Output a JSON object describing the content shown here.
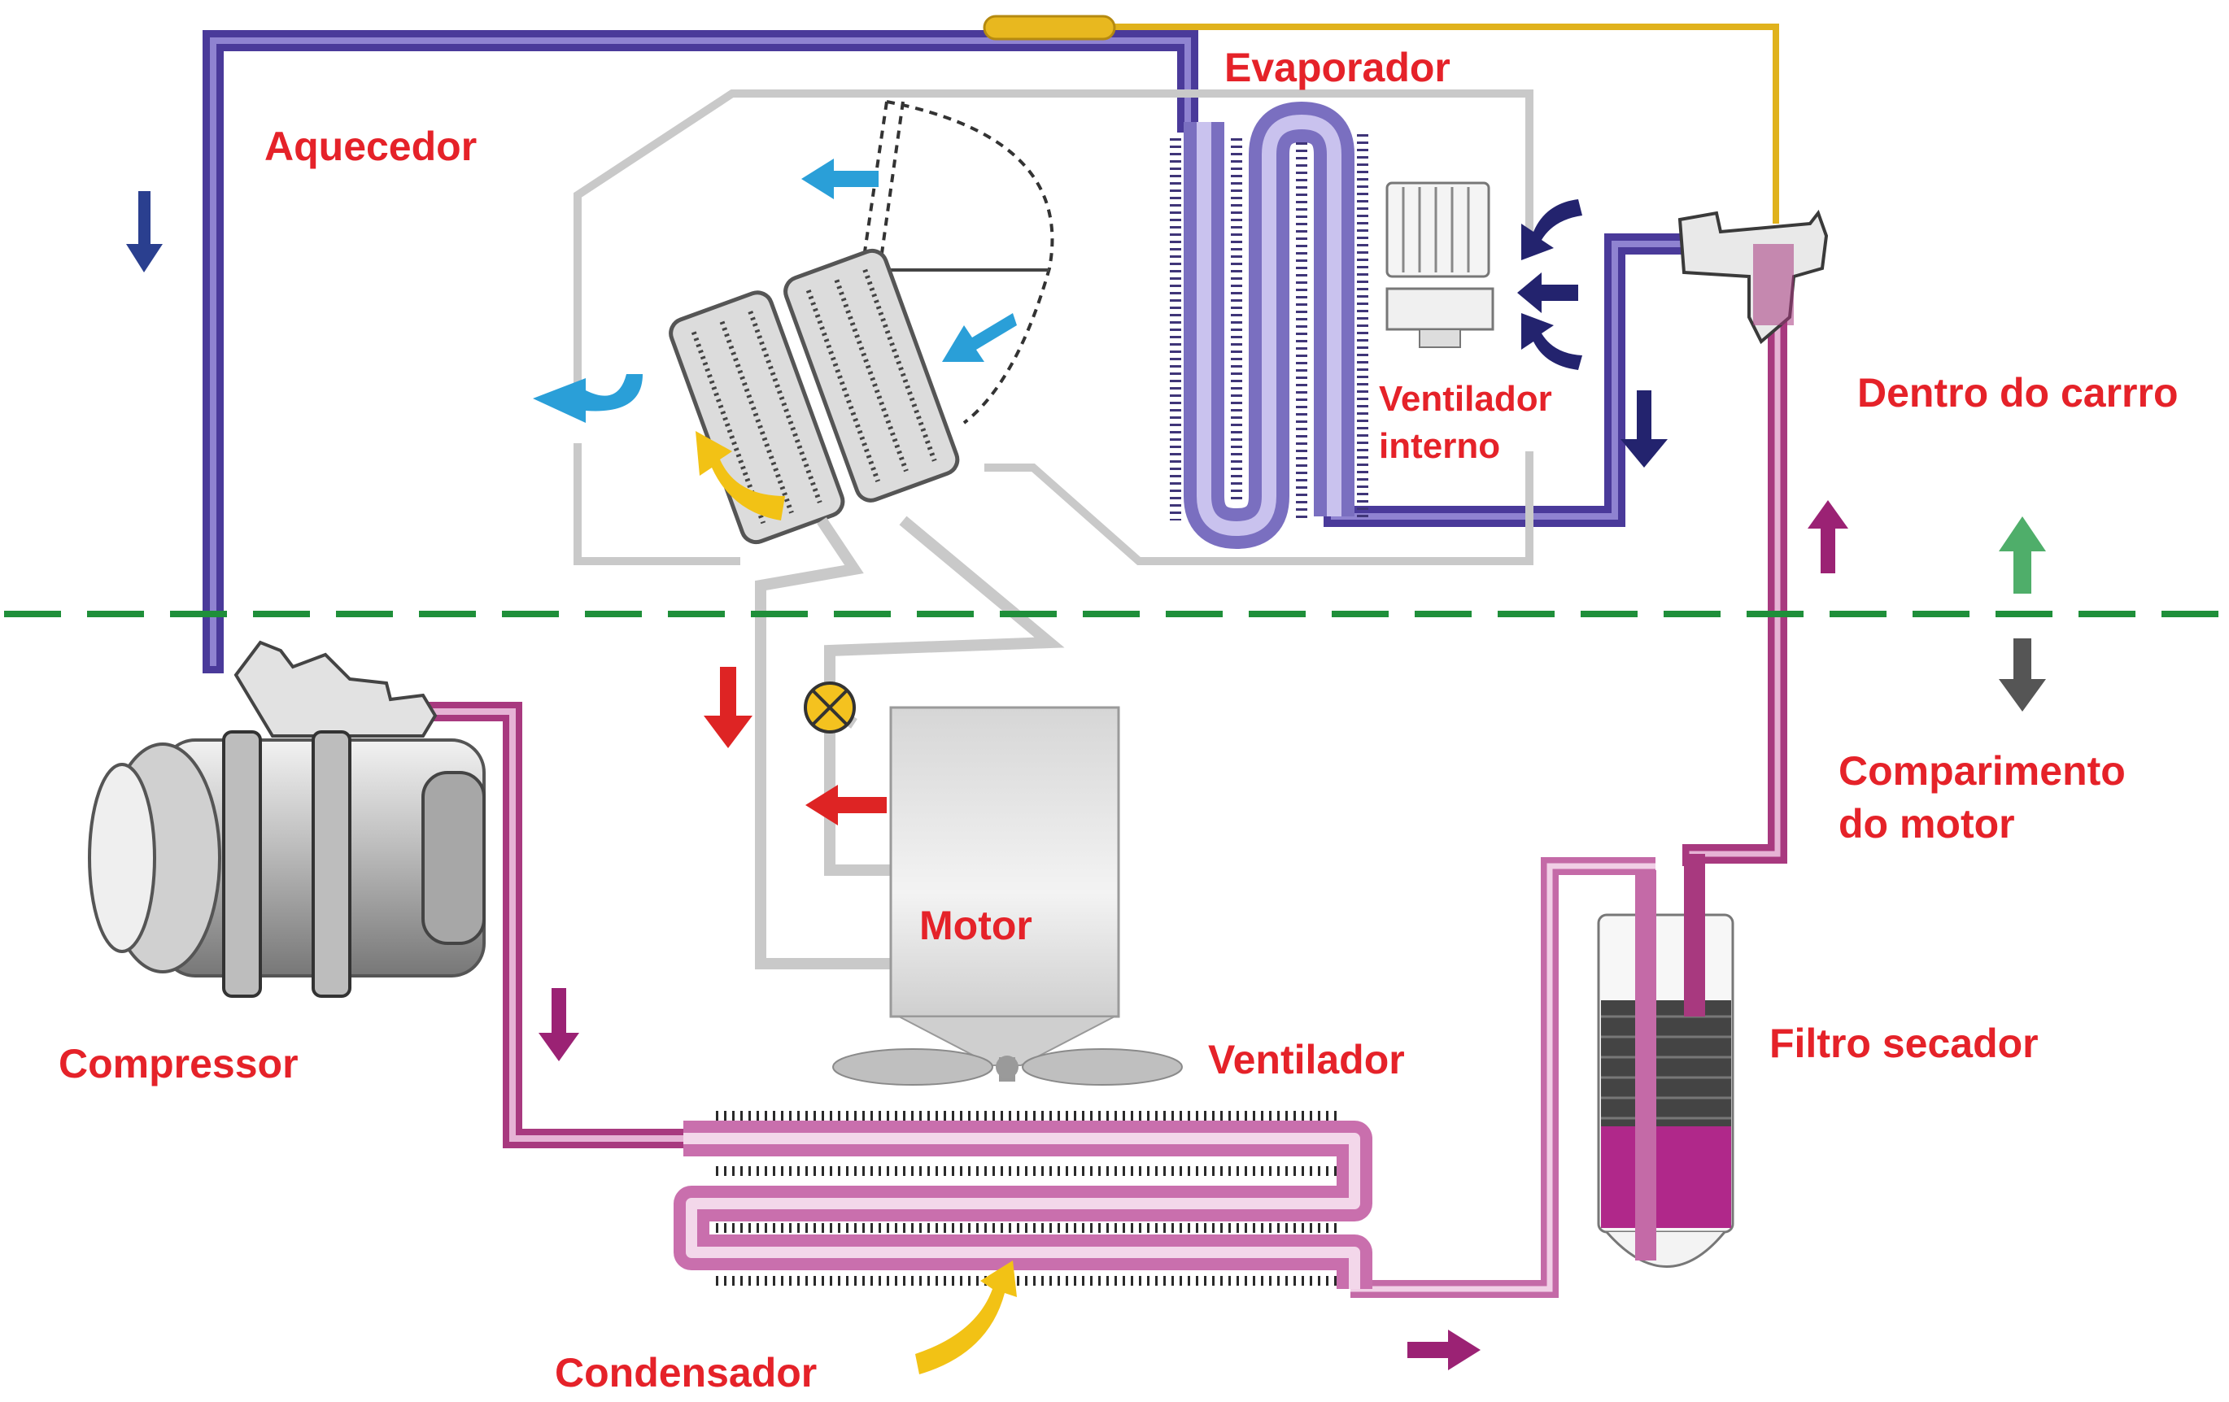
{
  "labels": {
    "evaporador": "Evaporador",
    "aquecedor": "Aquecedor",
    "ventilador_interno_1": "Ventilador",
    "ventilador_interno_2": "interno",
    "dentro_do_carro": "Dentro do carrro",
    "comparimento_1": "Comparimento",
    "comparimento_2": "do motor",
    "motor": "Motor",
    "compressor": "Compressor",
    "ventilador": "Ventilador",
    "filtro_secador": "Filtro secador",
    "condensador": "Condensador"
  },
  "colors": {
    "label_red": "#e52229",
    "low_pressure_line": "#4a3a9a",
    "high_pressure_line": "#a8397f",
    "sensor_line": "#e0b21c",
    "coolant_line": "#c9c9c9",
    "divider": "#1f8f3a",
    "arrow_blue": "#2a9fd8",
    "arrow_navy": "#23236e",
    "arrow_red": "#de2424",
    "arrow_magenta": "#9b2274",
    "arrow_yellow": "#f2c215",
    "arrow_green": "#4fae6a",
    "arrow_gray": "#555555"
  }
}
